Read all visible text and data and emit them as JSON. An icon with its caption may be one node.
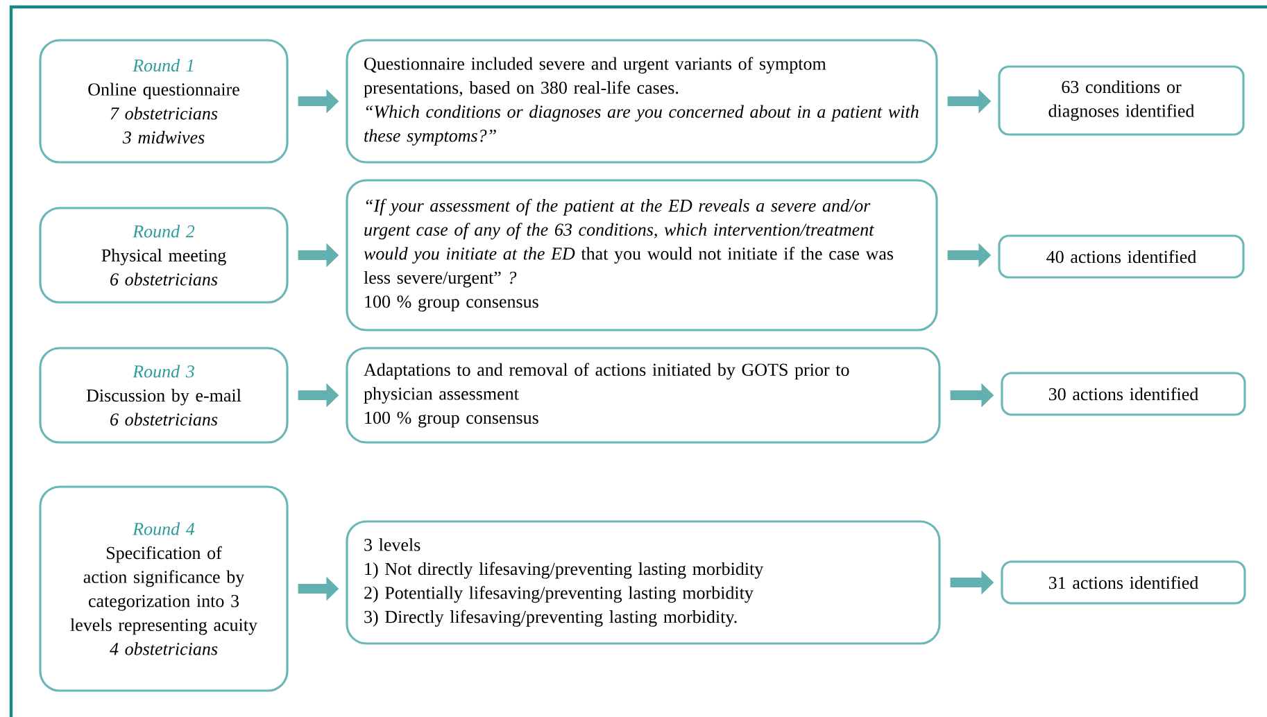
{
  "diagram": {
    "nodes": [
      {
        "text": [
          "Round 1",
          "Online questionnaire",
          "7 obstetricians",
          "3 midwives"
        ]
      },
      {
        "text": [
          "Questionnaire included severe and urgent variants of symptom presentations, based on 380 real-life cases.",
          "“Which conditions or diagnoses are you concerned about in a patient with these symptoms?”"
        ]
      },
      {
        "text": [
          "63 conditions or diagnoses identified"
        ]
      },
      {
        "text": [
          "Round 2",
          "Physical meeting",
          "6 obstetricians"
        ]
      },
      {
        "text": [
          "*“If your assessment of the patient at the ED reveals a severe and/or urgent case of any of the 63 conditions, which intervention/treatment would you initiate at the ED* that you would not initiate if the case was less severe/urgent” *?*",
          "100 % group consensus"
        ]
      },
      {
        "text": [
          "40 actions identified"
        ]
      },
      {
        "text": [
          "Round 3",
          "Discussion by e-mail",
          "6 obstetricians"
        ]
      },
      {
        "text": [
          "Adaptations to and removal of actions initiated by GOTS prior to physician assessment",
          "100 % group consensus"
        ]
      },
      {
        "text": [
          "30 actions identified"
        ]
      },
      {
        "text": [
          "Round 4",
          "Specification of action significance by categorization into 3 levels representing acuity",
          "4 obstetricians"
        ]
      },
      {
        "text": [
          "3 levels",
          "1) Not directly lifesaving/preventing lasting morbidity",
          "2) Potentially lifesaving/preventing lasting morbidity",
          "3) Directly lifesaving/preventing lasting morbidity."
        ]
      },
      {
        "text": [
          "31 actions identified"
        ]
      }
    ],
    "edges": [
      {
        "from": 0,
        "to": 1,
        "arrow": "to"
      },
      {
        "from": 1,
        "to": 2,
        "arrow": "to"
      },
      {
        "from": 3,
        "to": 4,
        "arrow": "to"
      },
      {
        "from": 4,
        "to": 5,
        "arrow": "to"
      },
      {
        "from": 6,
        "to": 7,
        "arrow": "to"
      },
      {
        "from": 7,
        "to": 8,
        "arrow": "to"
      },
      {
        "from": 9,
        "to": 10,
        "arrow": "to"
      },
      {
        "from": 10,
        "to": 11,
        "arrow": "to"
      }
    ]
  }
}
